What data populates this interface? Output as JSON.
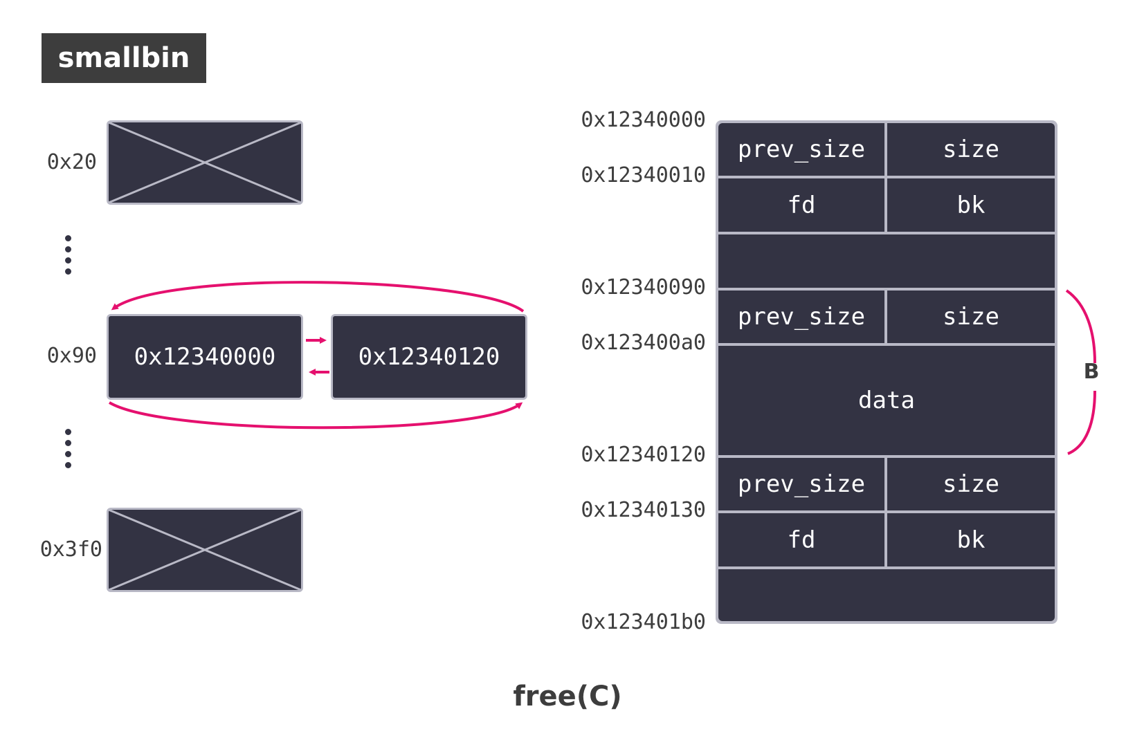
{
  "title": "smallbin",
  "bins": [
    {
      "size_label": "0x20",
      "entries": []
    },
    {
      "size_label": "0x90",
      "entries": [
        "0x12340000",
        "0x12340120"
      ]
    },
    {
      "size_label": "0x3f0",
      "entries": []
    }
  ],
  "memory": {
    "addresses": [
      "0x12340000",
      "0x12340010",
      "0x12340090",
      "0x123400a0",
      "0x12340120",
      "0x12340130",
      "0x123401b0"
    ],
    "cells": {
      "prev_size": "prev_size",
      "size": "size",
      "fd": "fd",
      "bk": "bk",
      "data": "data"
    },
    "brace_label": "B"
  },
  "caption": "free(C)",
  "colors": {
    "box_fill": "#333343",
    "box_border": "#b9b9c6",
    "arrow": "#e5106e",
    "text_dark": "#3d3d3d"
  }
}
